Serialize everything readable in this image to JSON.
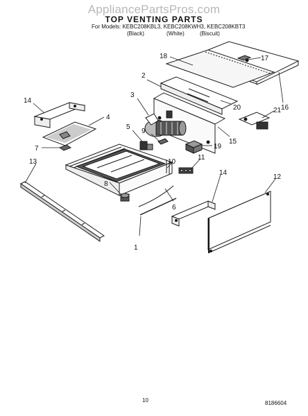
{
  "header": {
    "watermark": "AppliancePartsPros.com",
    "title": "TOP VENTING PARTS",
    "models": "For Models: KEBC208KBL3, KEBC208KWH3, KEBC208KBT3",
    "finish": [
      "(Black)",
      "(White)",
      "(Biscuit)"
    ]
  },
  "callouts": [
    "1",
    "2",
    "3",
    "4",
    "5",
    "6",
    "7",
    "8",
    "9",
    "10",
    "11",
    "12",
    "13",
    "14",
    "14",
    "15",
    "16",
    "17",
    "18",
    "19",
    "20",
    "21"
  ],
  "footer": {
    "page_number": "10",
    "part_code": "8186604"
  }
}
